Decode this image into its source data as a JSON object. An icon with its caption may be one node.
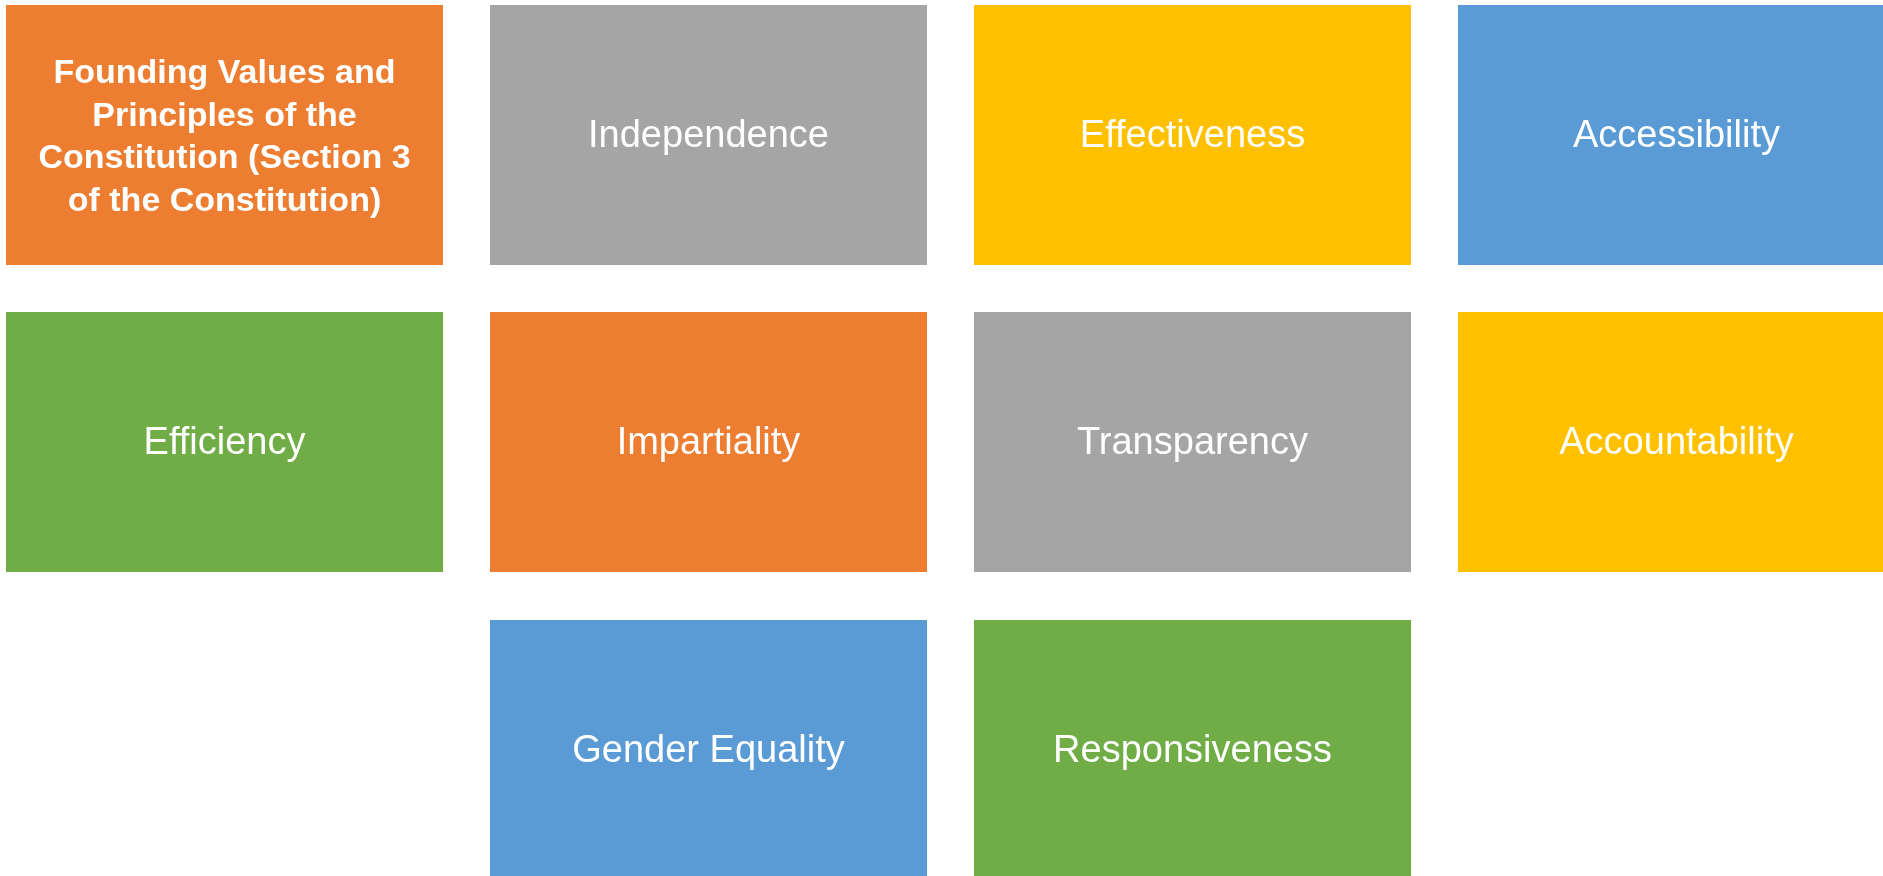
{
  "diagram": {
    "nodes": [
      {
        "text": [
          "Founding Values and Principles of the Constitution (Section 3 of the Constitution)"
        ]
      },
      {
        "text": [
          "Independence"
        ]
      },
      {
        "text": [
          "Effectiveness"
        ]
      },
      {
        "text": [
          "Accessibility"
        ]
      },
      {
        "text": [
          "Efficiency"
        ]
      },
      {
        "text": [
          "Impartiality"
        ]
      },
      {
        "text": [
          "Transparency"
        ]
      },
      {
        "text": [
          "Accountability"
        ]
      },
      {
        "text": [
          "Gender Equality"
        ]
      },
      {
        "text": [
          "Responsiveness"
        ]
      }
    ]
  }
}
